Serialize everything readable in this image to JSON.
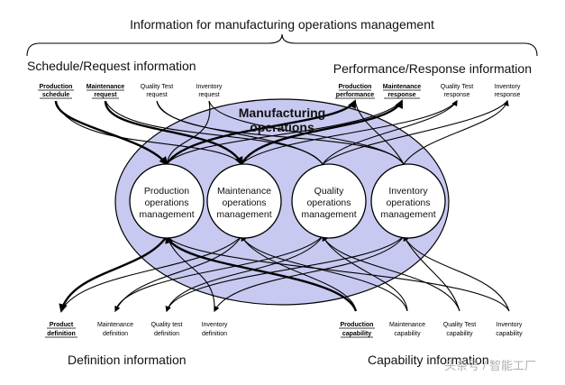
{
  "title": "Information for manufacturing operations management",
  "groups": {
    "schedule": "Schedule/Request information",
    "performance": "Performance/Response information",
    "definition": "Definition information",
    "capability": "Capability information"
  },
  "core": {
    "line1": "Manufacturing",
    "line2": "operations"
  },
  "functions": [
    {
      "l1": "Production",
      "l2": "operations",
      "l3": "management"
    },
    {
      "l1": "Maintenance",
      "l2": "operations",
      "l3": "management"
    },
    {
      "l1": "Quality",
      "l2": "operations",
      "l3": "management"
    },
    {
      "l1": "Inventory",
      "l2": "operations",
      "l3": "management"
    }
  ],
  "top_left_labels": [
    {
      "l1": "Production",
      "l2": "schedule"
    },
    {
      "l1": "Maintenance",
      "l2": "request"
    },
    {
      "l1": "Quality Test",
      "l2": "request"
    },
    {
      "l1": "Inventory",
      "l2": "request"
    }
  ],
  "top_right_labels": [
    {
      "l1": "Production",
      "l2": "performance"
    },
    {
      "l1": "Maintenance",
      "l2": "response"
    },
    {
      "l1": "Quality Test",
      "l2": "response"
    },
    {
      "l1": "Inventory",
      "l2": "response"
    }
  ],
  "bottom_left_labels": [
    {
      "l1": "Product",
      "l2": "definition"
    },
    {
      "l1": "Maintenance",
      "l2": "definition"
    },
    {
      "l1": "Quality test",
      "l2": "definition"
    },
    {
      "l1": "Inventory",
      "l2": "definition"
    }
  ],
  "bottom_right_labels": [
    {
      "l1": "Production",
      "l2": "capability"
    },
    {
      "l1": "Maintenance",
      "l2": "capability"
    },
    {
      "l1": "Quality Test",
      "l2": "capability"
    },
    {
      "l1": "Inventory",
      "l2": "capability"
    }
  ],
  "watermark": "头条号 / 智能工厂",
  "colors": {
    "ellipse_fill": "#c8c9f0",
    "ellipse_stroke": "#000000",
    "circle_fill": "#ffffff"
  }
}
